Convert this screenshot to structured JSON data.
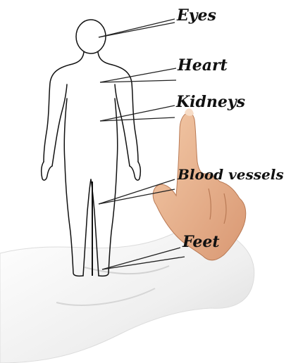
{
  "labels": {
    "eyes": "Eyes",
    "heart": "Heart",
    "kidneys": "Kidneys",
    "blood_vessels": "Blood vessels",
    "feet": "Feet"
  },
  "colors": {
    "outline": "#111111",
    "background": "#ffffff",
    "skin": "#e7b48f",
    "sleeve": "#f1f1f1"
  }
}
